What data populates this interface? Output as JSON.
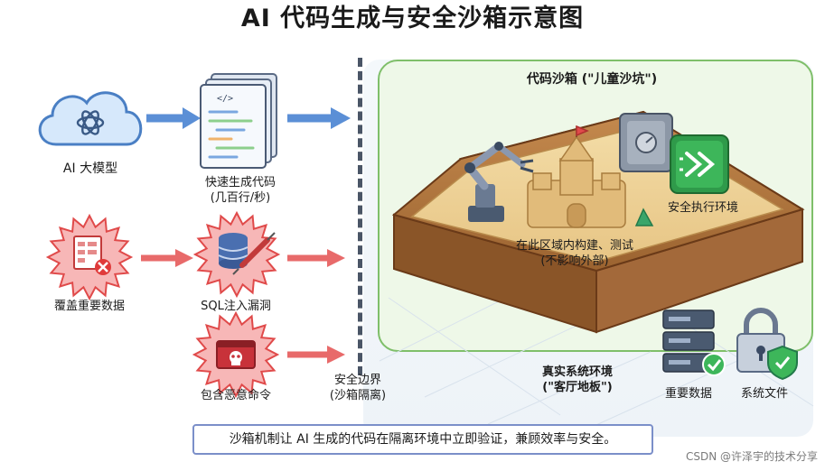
{
  "title": "AI 代码生成与安全沙箱示意图",
  "left_flow": {
    "ai_model_label": "AI 大模型",
    "fast_code_line1": "快速生成代码",
    "fast_code_line2": "(几百行/秒)",
    "threats": [
      {
        "label": "覆盖重要数据",
        "icon": "corrupted-file-icon"
      },
      {
        "label": "SQL注入漏洞",
        "icon": "database-syringe-icon"
      },
      {
        "label": "包含恶意命令",
        "icon": "skull-window-icon"
      }
    ]
  },
  "boundary": {
    "line1": "安全边界",
    "line2": "(沙箱隔离)"
  },
  "sandbox": {
    "title": "代码沙箱 (\"儿童沙坑\")",
    "safe_env_label": "安全执行环境",
    "build_line1": "在此区域内构建、测试",
    "build_line2": "(不影响外部)"
  },
  "real_system": {
    "title_line1": "真实系统环境",
    "title_line2": "(\"客厅地板\")",
    "important_data_label": "重要数据",
    "system_files_label": "系统文件"
  },
  "summary": "沙箱机制让 AI 生成的代码在隔离环境中立即验证，兼顾效率与安全。",
  "watermark": "CSDN @许泽宇的技术分享",
  "colors": {
    "flow_arrow": "#5b8fd6",
    "threat_arrow": "#e04a4a",
    "sandbox_border": "#7fbf6a",
    "threat_burst": "#f3a3a3"
  }
}
